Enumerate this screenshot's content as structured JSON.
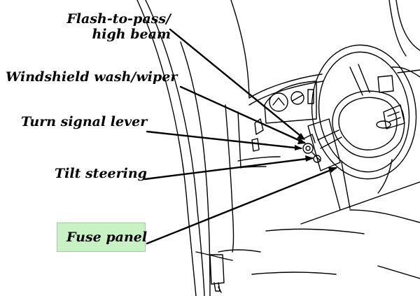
{
  "labels": {
    "flash_line1": "Flash-to-pass/",
    "flash_line2": "high beam",
    "wash": "Windshield wash/wiper",
    "turn": "Turn signal lever",
    "tilt": "Tilt steering",
    "fuse": "Fuse panel"
  },
  "colors": {
    "highlight": "#c8f2c4",
    "ink": "#000000"
  }
}
